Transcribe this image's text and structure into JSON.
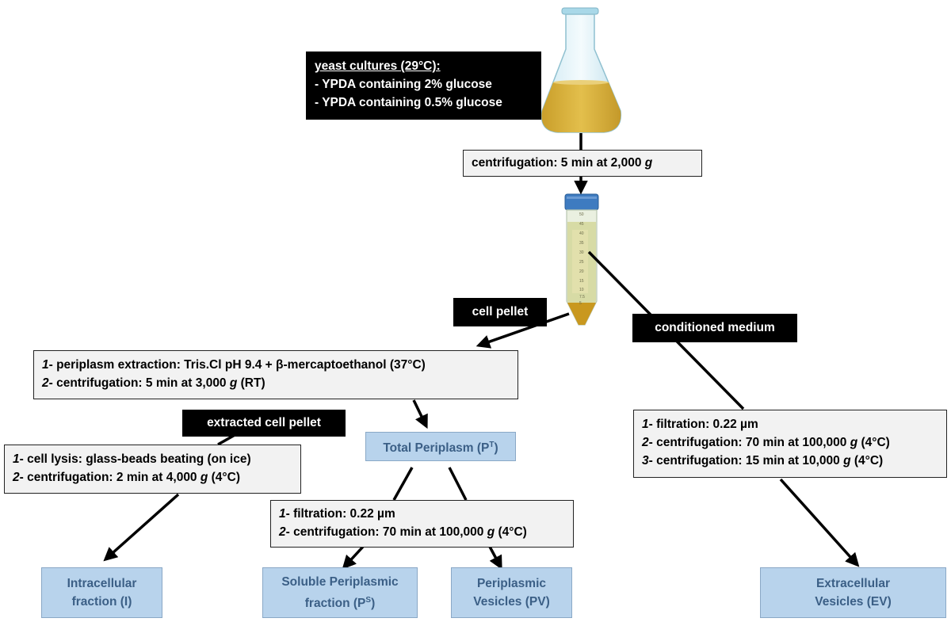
{
  "culture": {
    "title": "yeast cultures (29°C):",
    "lines": [
      "- YPDA containing 2% glucose",
      "- YPDA containing 0.5% glucose"
    ]
  },
  "centrifuge1": {
    "prefix": "centrifugation: 5 min at 2,000 ",
    "g": "g"
  },
  "tube_scale": [
    "50",
    "45",
    "40",
    "35",
    "30",
    "25",
    "20",
    "15",
    "10",
    "7.5",
    "5"
  ],
  "cell_pellet": "cell pellet",
  "conditioned_medium": "conditioned medium",
  "periplasm_steps": {
    "line1": {
      "num": "1",
      "text": "- periplasm extraction: Tris.Cl pH 9.4 + β-mercaptoethanol (37°C)"
    },
    "line2": {
      "num": "2",
      "pre": "- centrifugation: 5 min at 3,000 ",
      "g": "g",
      "post": " (RT)"
    }
  },
  "extracted_cell_pellet": "extracted cell pellet",
  "total_periplasm": {
    "text": "Total Periplasm (P",
    "sup": "T",
    "close": ")"
  },
  "lysis_steps": {
    "line1": {
      "num": "1",
      "text": "- cell lysis: glass-beads beating (on ice)"
    },
    "line2": {
      "num": "2",
      "pre": "- centrifugation: 2 min at 4,000 ",
      "g": "g",
      "post": " (4°C)"
    }
  },
  "medium_steps": {
    "line1": {
      "num": "1",
      "text": "- filtration: 0.22 µm"
    },
    "line2": {
      "num": "2",
      "pre": "- centrifugation: 70 min at 100,000 ",
      "g": "g",
      "post": " (4°C)"
    },
    "line3": {
      "num": "3",
      "pre": "- centrifugation: 15 min at 10,000 ",
      "g": "g",
      "post": " (4°C)"
    }
  },
  "periplasm_fractionation": {
    "line1": {
      "num": "1",
      "text": "- filtration: 0.22 µm"
    },
    "line2": {
      "num": "2",
      "pre": "- centrifugation: 70 min at 100,000 ",
      "g": "g",
      "post": " (4°C)"
    }
  },
  "outputs": {
    "intracellular": {
      "line1": "Intracellular",
      "line2": "fraction (I)"
    },
    "soluble": {
      "line1": "Soluble Periplasmic",
      "line2_pre": "fraction (P",
      "sup": "S",
      "close": ")"
    },
    "vesicles": {
      "line1": "Periplasmic",
      "line2": "Vesicles (PV)"
    },
    "extracellular": {
      "line1": "Extracellular",
      "line2": "Vesicles (EV)"
    }
  },
  "colors": {
    "flask_liquid": "#d8b23c",
    "tube_cap": "#3e7bc0",
    "output_fill": "#b8d3ec",
    "output_text": "#3b5f86",
    "step_fill": "#f2f2f2"
  }
}
